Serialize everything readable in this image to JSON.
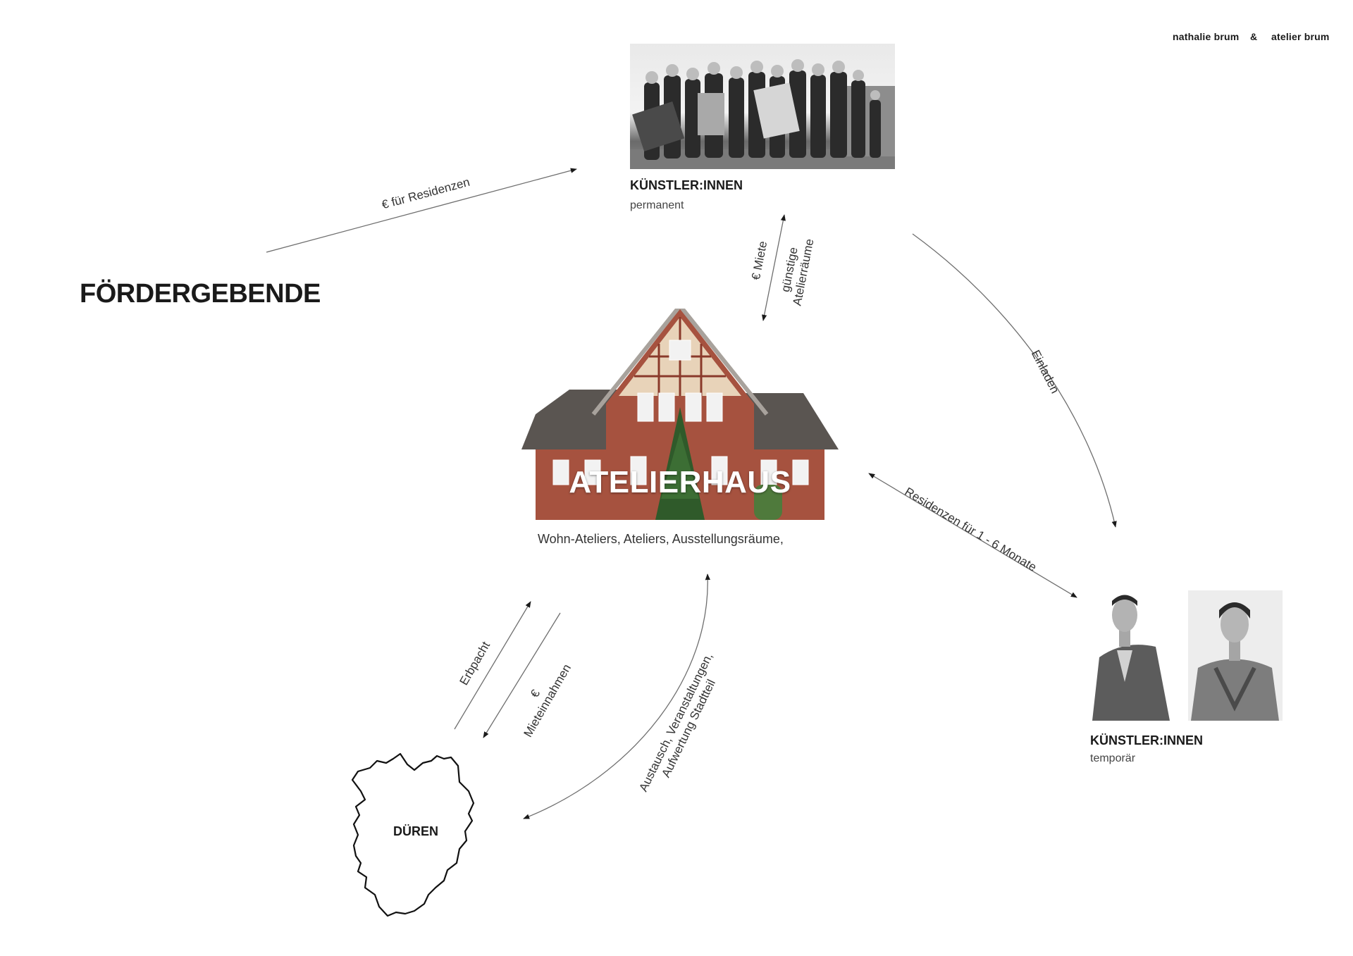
{
  "header": {
    "author_left": "nathalie brum",
    "separator": "&",
    "author_right": "atelier brum"
  },
  "funders": {
    "title": "FÖRDERGEBENDE"
  },
  "artists_permanent": {
    "title": "KÜNSTLER:INNEN",
    "subtitle": "permanent"
  },
  "atelierhaus": {
    "title": "ATELIERHAUS",
    "subtitle": "Wohn-Ateliers, Ateliers, Ausstellungsräume,"
  },
  "artists_temporary": {
    "title": "KÜNSTLER:INNEN",
    "subtitle": "temporär"
  },
  "city": {
    "name": "DÜREN"
  },
  "flows": {
    "funders_to_artists": "€ für Residenzen",
    "rent": "€ Miete",
    "cheap_studios_line1": "günstige",
    "cheap_studios_line2": "Atelierräume",
    "invite": "Einladen",
    "residencies": "Residenzen für 1 - 6 Monate",
    "lease": "Erbpacht",
    "rent_income_line1": "€",
    "rent_income_line2": "Mieteinnahmen",
    "exchange_line1": "Austausch, Veranstaltungen,",
    "exchange_line2": "Aufwertung Stadtteil"
  },
  "colors": {
    "text": "#1a1a1a",
    "line": "#6e6e6e",
    "brick": "#a6523f",
    "roof": "#5a5551"
  }
}
